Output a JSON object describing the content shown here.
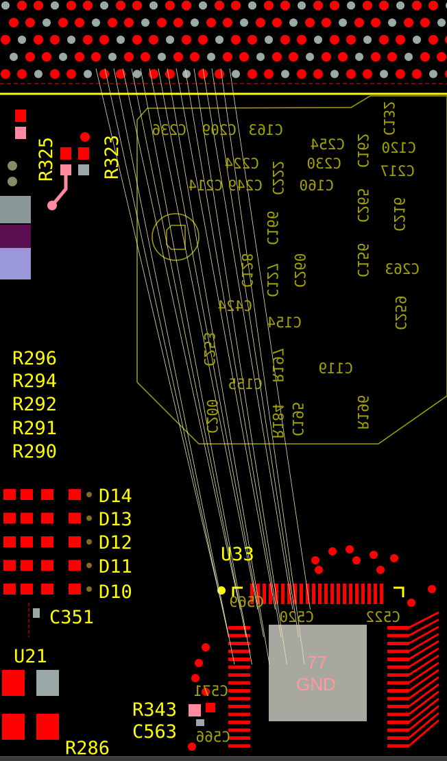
{
  "colors": {
    "background": "#000000",
    "top_overlay": "#ffff00",
    "bottom_overlay": "#a3a300",
    "top_copper": "#ff0000",
    "ratsnest": "#e8e8b0",
    "pad_gray": "#9aa8a8"
  },
  "top_labels": {
    "r325": "R325",
    "r323": "R323",
    "r296": "R296",
    "r294": "R294",
    "r292": "R292",
    "r291": "R291",
    "r290": "R290",
    "d14": "D14",
    "d13": "D13",
    "d12": "D12",
    "d11": "D11",
    "d10": "D10",
    "u33": "U33",
    "c351": "C351",
    "u21": "U21",
    "r343": "R343",
    "c563": "C563",
    "r286": "R286"
  },
  "bottom_labels": {
    "c163": "C163",
    "c209": "C209",
    "c236": "C236",
    "c254": "C254",
    "c224": "C224",
    "c230": "C230",
    "c249": "C249",
    "c214": "C214",
    "c222": "C222",
    "c160": "C160",
    "c162": "C162",
    "c265": "C265",
    "c120": "C120",
    "c217": "C217",
    "c216": "C216",
    "c166": "C166",
    "c127": "C127",
    "c128": "C128",
    "c260": "C260",
    "c156": "C156",
    "c263": "C263",
    "c424": "C424",
    "c154": "C154",
    "c259": "C259",
    "c253": "C253",
    "c119": "C119",
    "r197": "R197",
    "c155": "C155",
    "r184": "R184",
    "c195": "C195",
    "r196": "R196",
    "c200": "C200",
    "c132": "C132",
    "c520": "C520",
    "c522": "C522",
    "c571": "C571",
    "c566": "C566",
    "c569": "C569"
  },
  "chip": {
    "pad_number": "77",
    "net": "GND"
  }
}
